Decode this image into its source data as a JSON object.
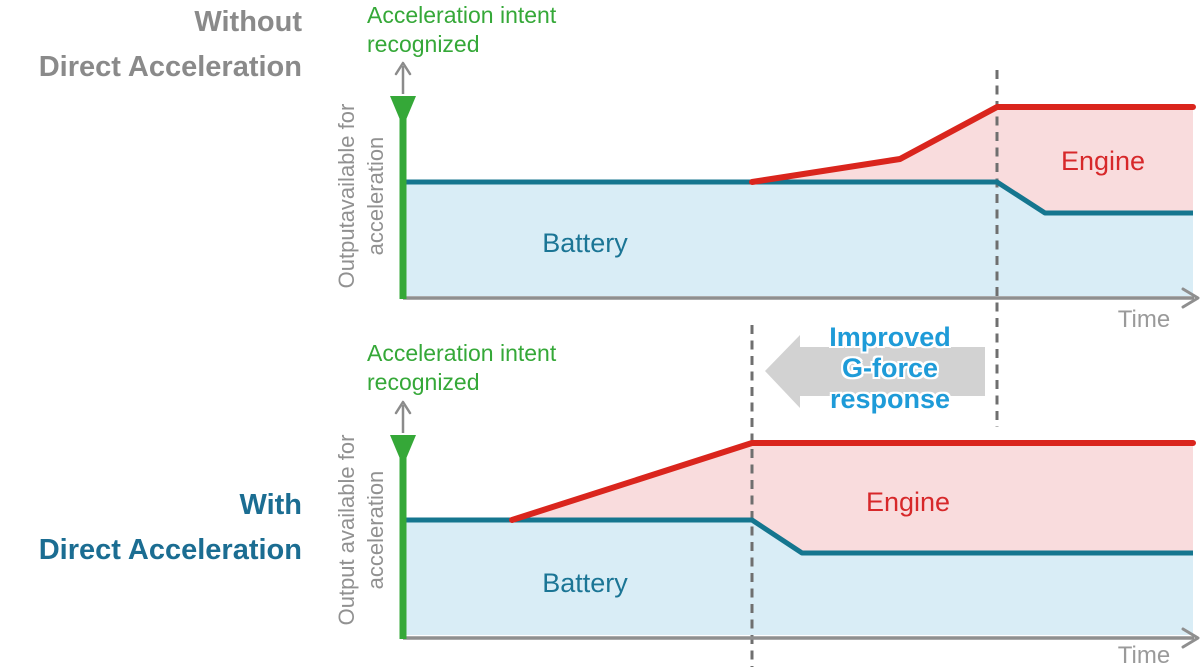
{
  "colors": {
    "green": "#35a838",
    "teal-line": "#15768f",
    "battery-fill": "#d9edf6",
    "red-line": "#da251d",
    "engine-fill": "#f9dcdd",
    "axis-gray": "#8f8f8f",
    "arrow-small-gray": "#8b8b8b",
    "dash-gray": "#6f6f6f",
    "title-gray": "#8a8a8a",
    "title-teal": "#1b6d92",
    "label-teal": "#1b7595",
    "label-red": "#d7282a",
    "time-gray": "#9a9a9a",
    "improved-blue": "#1e9bd8",
    "arrow-gray": "#d2d2d2",
    "yaxis-label-gray": "#919191"
  },
  "top_panel": {
    "title_line1": "Without",
    "title_line2": "Direct Acceleration",
    "intent_line1": "Acceleration intent",
    "intent_line2": "recognized",
    "yaxis_line1": "Outputavailable for",
    "yaxis_line2": "acceleration",
    "battery_label": "Battery",
    "engine_label": "Engine",
    "time_label": "Time"
  },
  "bottom_panel": {
    "title_line1": "With",
    "title_line2": "Direct Acceleration",
    "intent_line1": "Acceleration intent",
    "intent_line2": "recognized",
    "yaxis_line1": "Output available for",
    "yaxis_line2": "acceleration",
    "battery_label": "Battery",
    "engine_label": "Engine",
    "time_label": "Time"
  },
  "improved_arrow": {
    "line1": "Improved",
    "line2": "G-force",
    "line3": "response"
  },
  "chart_data": [
    {
      "type": "area",
      "panel": "Without Direct Acceleration",
      "xlabel": "Time",
      "ylabel": "Outputavailable for acceleration",
      "x_units": "percent of time axis",
      "y_units": "percent of output axis (no numeric ticks shown)",
      "series": [
        {
          "name": "Battery",
          "points": [
            [
              0,
              63
            ],
            [
              75,
              63
            ],
            [
              81,
              46
            ],
            [
              100,
              46
            ]
          ]
        },
        {
          "name": "Engine (stacked total output)",
          "points": [
            [
              44,
              63
            ],
            [
              63,
              76
            ],
            [
              75,
              104
            ],
            [
              100,
              104
            ]
          ]
        }
      ],
      "markers": [
        {
          "label": "Acceleration intent recognized (green axis arrow)",
          "x": 0
        },
        {
          "label": "Full output reached (vertical dashed line)",
          "x": 75
        }
      ],
      "legend_position": "labels inside areas",
      "grid": false
    },
    {
      "type": "area",
      "panel": "With Direct Acceleration",
      "xlabel": "Time",
      "ylabel": "Output available for acceleration",
      "x_units": "percent of time axis",
      "y_units": "percent of output axis (no numeric ticks shown)",
      "series": [
        {
          "name": "Battery",
          "points": [
            [
              0,
              64
            ],
            [
              44,
              64
            ],
            [
              50,
              46
            ],
            [
              100,
              46
            ]
          ]
        },
        {
          "name": "Engine (stacked total output)",
          "points": [
            [
              14,
              64
            ],
            [
              44,
              107
            ],
            [
              100,
              107
            ]
          ]
        }
      ],
      "markers": [
        {
          "label": "Acceleration intent recognized (green axis arrow)",
          "x": 0
        },
        {
          "label": "Full output reached (vertical dashed line)",
          "x": 44
        }
      ],
      "annotation": "Improved G-force response (gray arrow pointing left, from the 'without' dashed line toward the 'with' dashed line)",
      "legend_position": "labels inside areas",
      "grid": false
    }
  ]
}
